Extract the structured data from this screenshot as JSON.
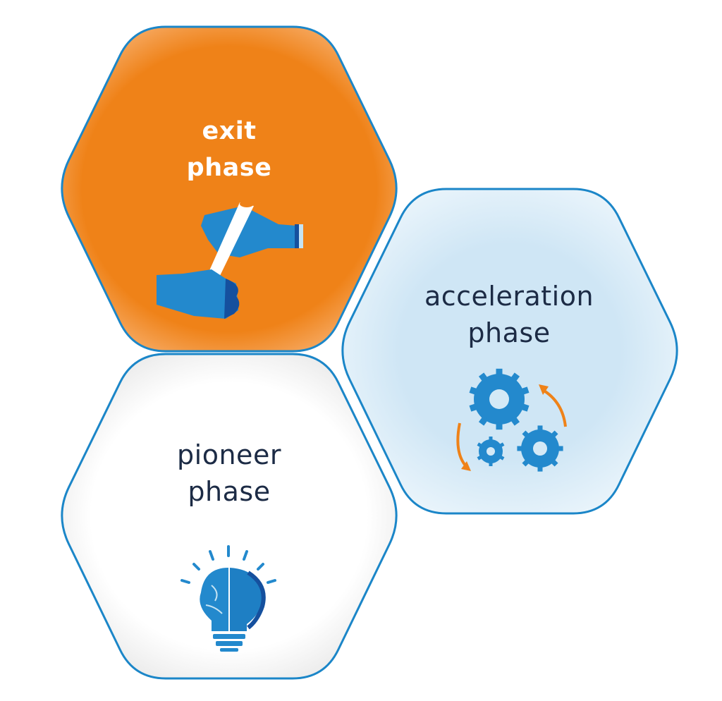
{
  "phases": [
    {
      "id": "exit",
      "line1": "exit",
      "line2": "phase",
      "icon": "baton-handoff-icon",
      "fill": "#ef8218"
    },
    {
      "id": "acceleration",
      "line1": "acceleration",
      "line2": "phase",
      "icon": "gears-cycle-icon",
      "fill": "#d4e9f6"
    },
    {
      "id": "pioneer",
      "line1": "pioneer",
      "line2": "phase",
      "icon": "brain-lightbulb-icon",
      "fill": "#fdfdfd"
    }
  ],
  "colors": {
    "border": "#1b86c8",
    "icon_blue": "#2389cd",
    "icon_dark": "#15509e",
    "arrow": "#ef8218",
    "text": "#1c2b45"
  }
}
